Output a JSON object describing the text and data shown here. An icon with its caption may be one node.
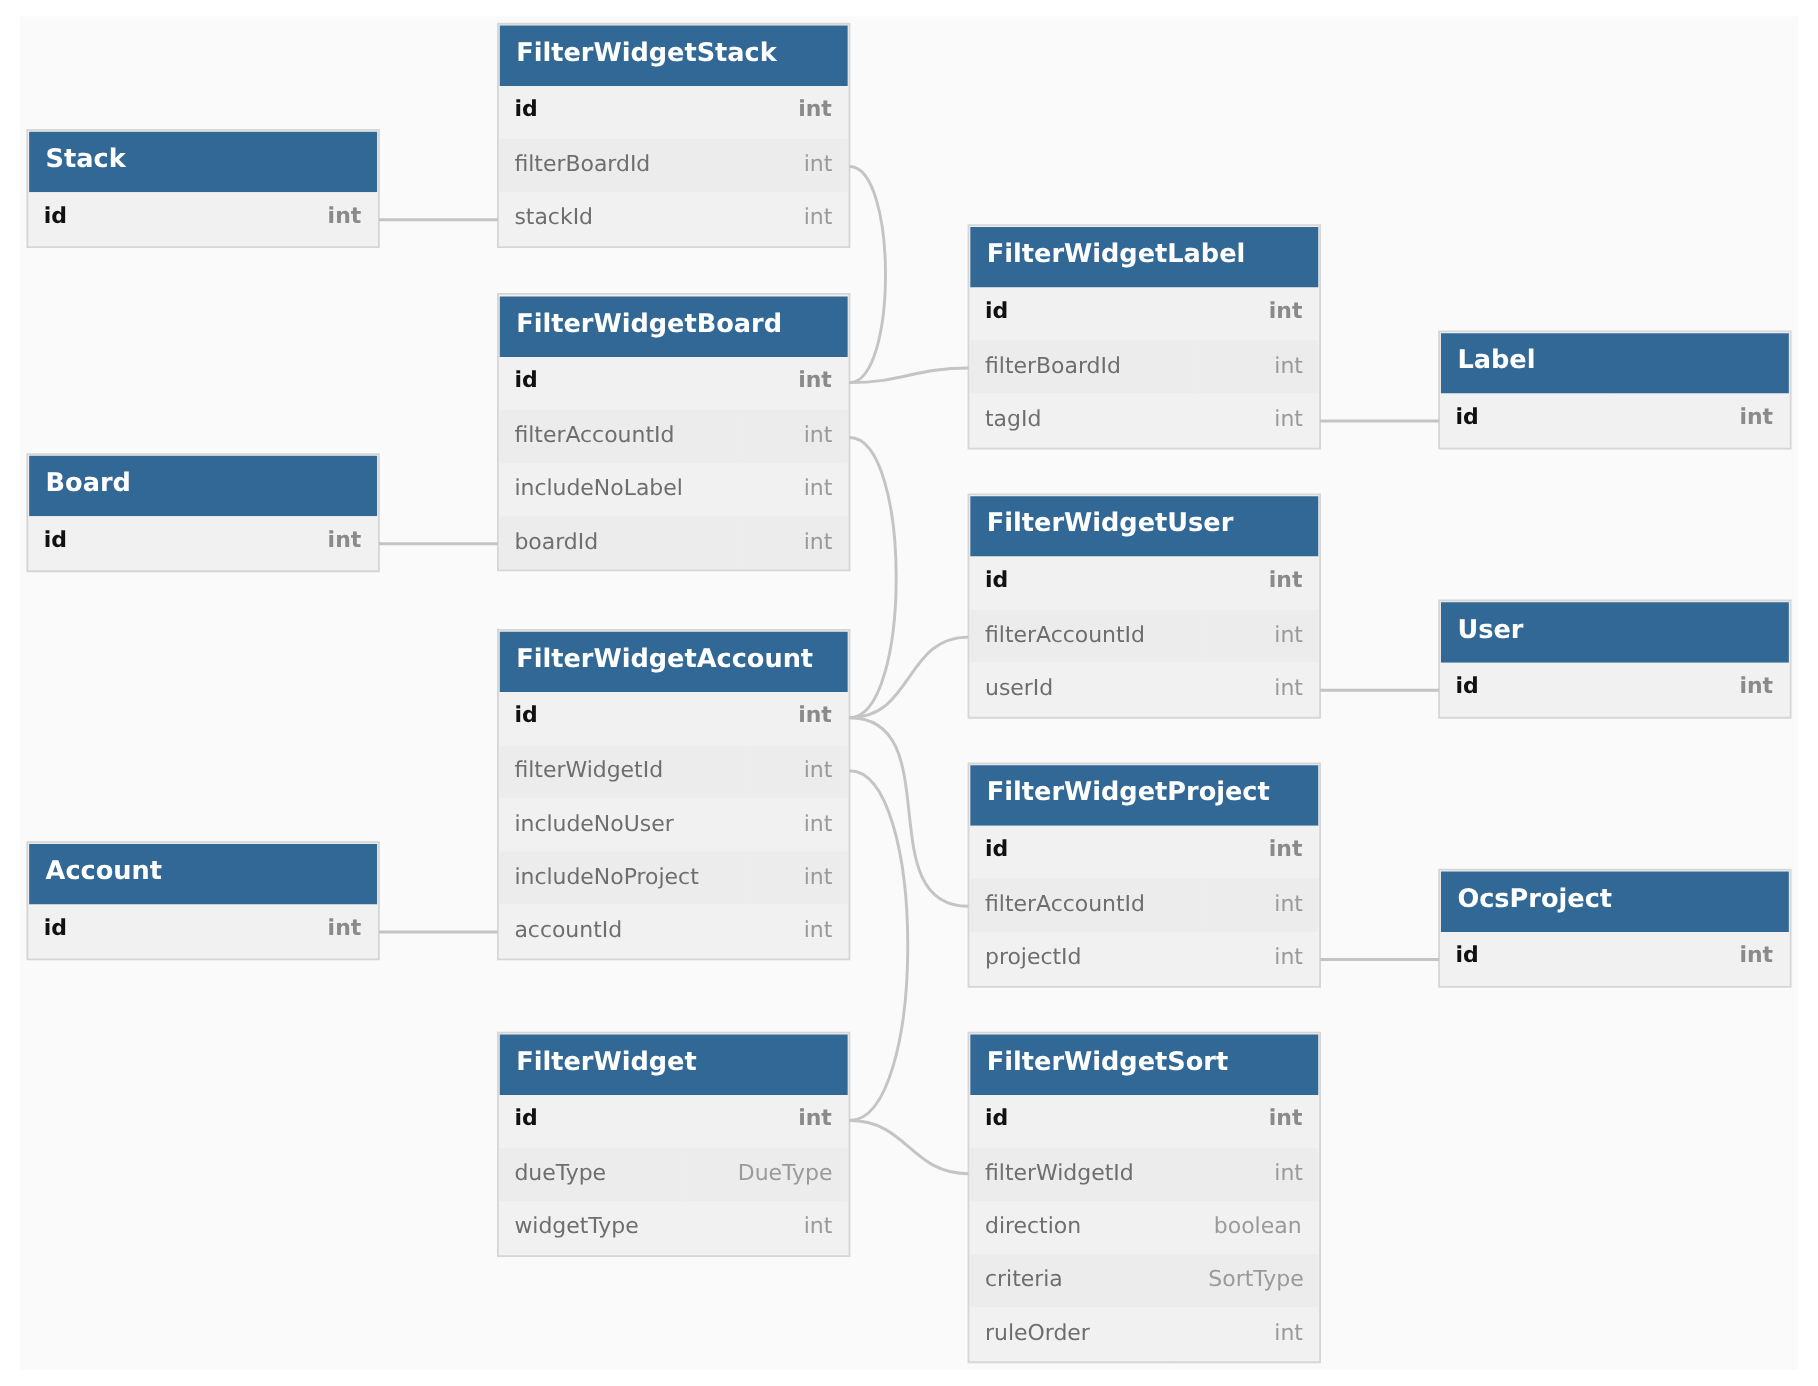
{
  "diagram": {
    "nodes": [
      {
        "text": [
          "Stack",
          "id",
          "int"
        ]
      },
      {
        "text": [
          "FilterWidgetStack",
          "id",
          "int",
          "filterBoardId",
          "int",
          "stackId",
          "int"
        ]
      },
      {
        "text": [
          "FilterWidgetLabel",
          "id",
          "int",
          "filterBoardId",
          "int",
          "tagId",
          "int"
        ]
      },
      {
        "text": [
          "Label",
          "id",
          "int"
        ]
      },
      {
        "text": [
          "Board",
          "id",
          "int"
        ]
      },
      {
        "text": [
          "FilterWidgetBoard",
          "id",
          "int",
          "filterAccountId",
          "int",
          "includeNoLabel",
          "int",
          "boardId",
          "int"
        ]
      },
      {
        "text": [
          "FilterWidgetUser",
          "id",
          "int",
          "filterAccountId",
          "int",
          "userId",
          "int"
        ]
      },
      {
        "text": [
          "User",
          "id",
          "int"
        ]
      },
      {
        "text": [
          "Account",
          "id",
          "int"
        ]
      },
      {
        "text": [
          "FilterWidgetAccount",
          "id",
          "int",
          "filterWidgetId",
          "int",
          "includeNoUser",
          "int",
          "includeNoProject",
          "int",
          "accountId",
          "int"
        ]
      },
      {
        "text": [
          "FilterWidgetProject",
          "id",
          "int",
          "filterAccountId",
          "int",
          "projectId",
          "int"
        ]
      },
      {
        "text": [
          "OcsProject",
          "id",
          "int"
        ]
      },
      {
        "text": [
          "FilterWidget",
          "id",
          "int",
          "dueType",
          "DueType",
          "widgetType",
          "int"
        ]
      },
      {
        "text": [
          "FilterWidgetSort",
          "id",
          "int",
          "filterWidgetId",
          "int",
          "direction",
          "boolean",
          "criteria",
          "SortType",
          "ruleOrder",
          "int"
        ]
      }
    ],
    "edges": [
      {
        "from": 0,
        "to": 1,
        "arrow": "none"
      },
      {
        "from": 1,
        "to": 5,
        "arrow": "none"
      },
      {
        "from": 5,
        "to": 2,
        "arrow": "none"
      },
      {
        "from": 2,
        "to": 3,
        "arrow": "none"
      },
      {
        "from": 4,
        "to": 5,
        "arrow": "none"
      },
      {
        "from": 5,
        "to": 9,
        "arrow": "none"
      },
      {
        "from": 9,
        "to": 6,
        "arrow": "none"
      },
      {
        "from": 6,
        "to": 7,
        "arrow": "none"
      },
      {
        "from": 9,
        "to": 10,
        "arrow": "none"
      },
      {
        "from": 10,
        "to": 11,
        "arrow": "none"
      },
      {
        "from": 8,
        "to": 9,
        "arrow": "none"
      },
      {
        "from": 9,
        "to": 12,
        "arrow": "none"
      },
      {
        "from": 12,
        "to": 13,
        "arrow": "none"
      }
    ]
  }
}
